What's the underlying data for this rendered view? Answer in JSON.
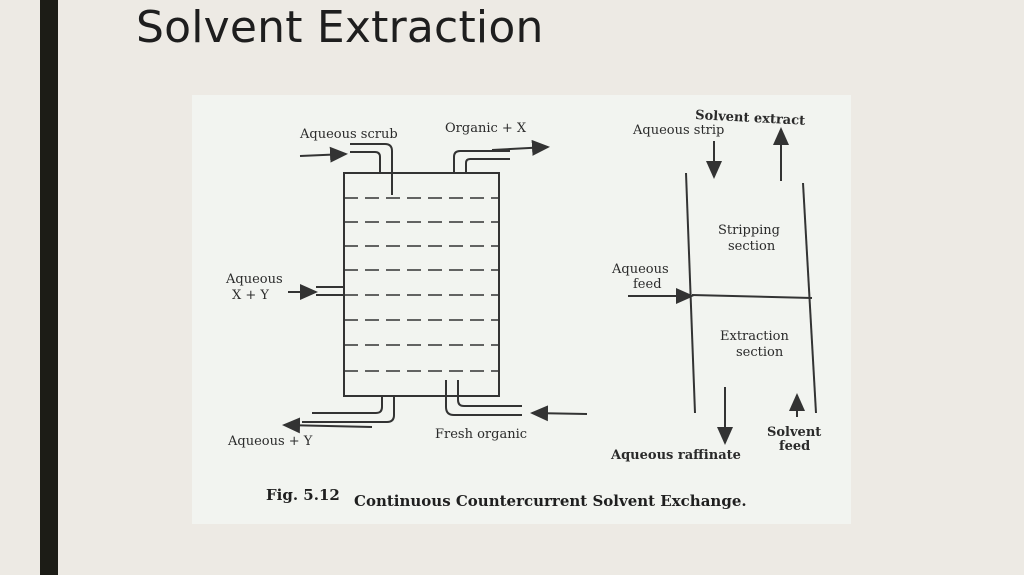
{
  "slide": {
    "title": "Solvent Extraction"
  },
  "figure": {
    "caption_number": "Fig. 5.12",
    "caption_text": "Continuous Countercurrent Solvent Exchange.",
    "column_diagram": {
      "aqueous_scrub": "Aqueous scrub",
      "organic_x": "Organic + X",
      "aqueous_in_line1": "Aqueous",
      "aqueous_in_line2": "X + Y",
      "aqueous_out": "Aqueous + Y",
      "fresh_organic": "Fresh organic"
    },
    "section_diagram": {
      "solvent_extract": "Solvent extract",
      "aqueous_strip": "Aqueous strip",
      "stripping_line1": "Stripping",
      "stripping_line2": "section",
      "aqueous_feed_line1": "Aqueous",
      "aqueous_feed_line2": "feed",
      "extraction_line1": "Extraction",
      "extraction_line2": "section",
      "solvent_feed_line1": "Solvent",
      "solvent_feed_line2": "feed",
      "aqueous_raffinate": "Aqueous raffinate"
    }
  },
  "colors": {
    "background": "#edeae4",
    "accent_bar": "#1c1c16",
    "figure_bg": "#f2f4f0",
    "ink": "#2a2a2a"
  }
}
